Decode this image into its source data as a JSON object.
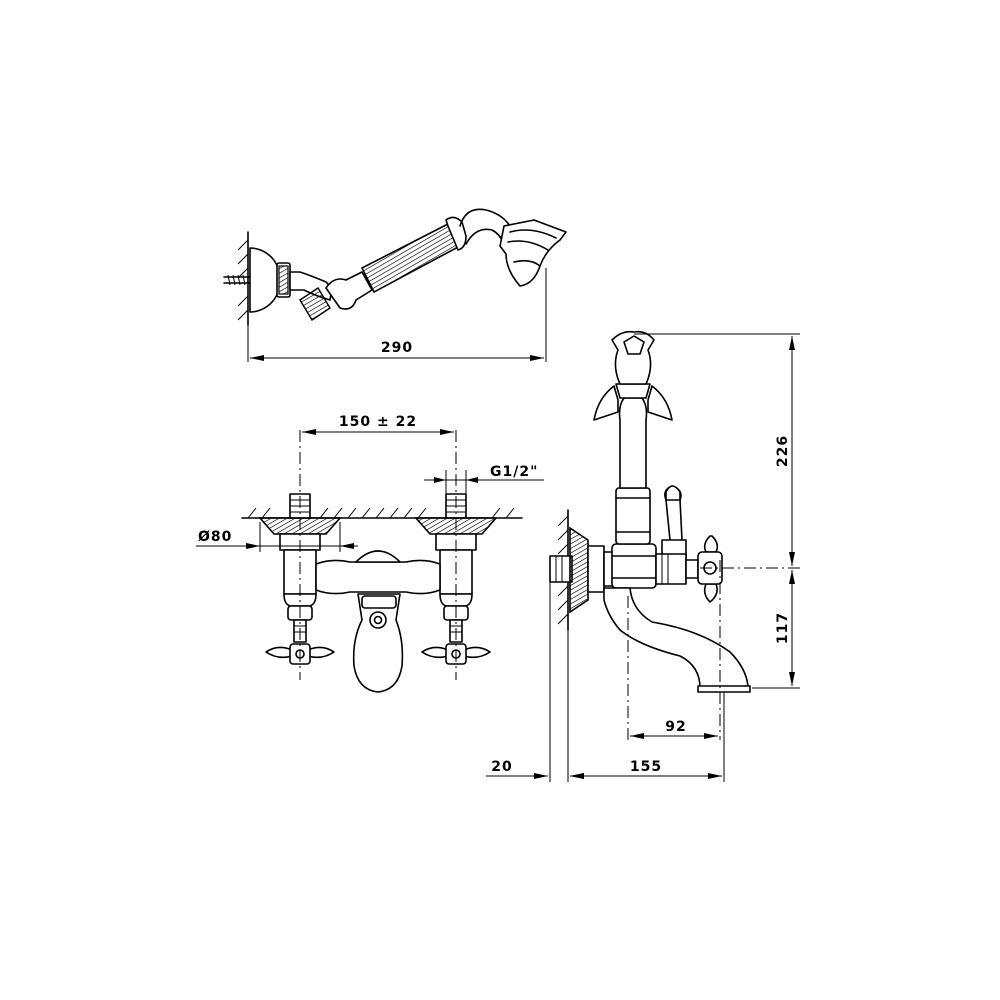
{
  "dimensions": {
    "hand_shower_length": "290",
    "center_distance": "150 ± 22",
    "thread": "G1/2\"",
    "flange_diameter": "Ø80",
    "total_height": "226",
    "spout_height": "117",
    "spout_projection": "92",
    "total_projection": "155",
    "wall_offset": "20"
  }
}
